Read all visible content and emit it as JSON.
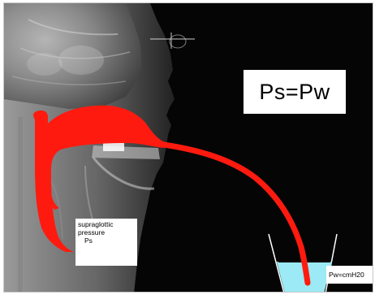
{
  "equation": "Ps=Pw",
  "supraglottic": {
    "line1": "supraglottic",
    "line2": "pressure",
    "line3": "Ps"
  },
  "water_label": "Pw=cmH20",
  "colors": {
    "background": "#050505",
    "airway": "#ff1a0f",
    "water": "#9beaf5",
    "label_bg": "#ffffff"
  },
  "icons": {
    "xray": "skull-xray-image",
    "tube": "airway-tube",
    "beaker": "water-beaker"
  }
}
